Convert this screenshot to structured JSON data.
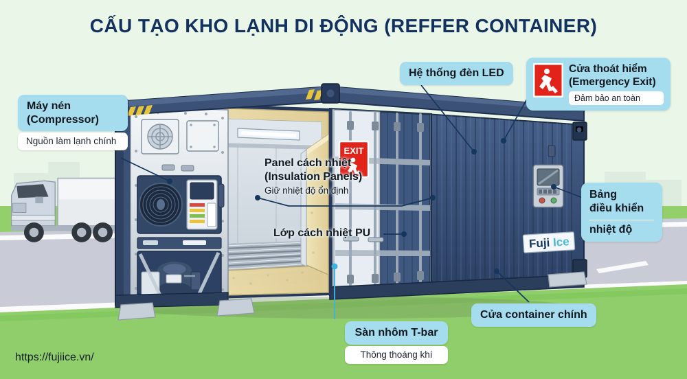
{
  "title": "CẤU TẠO KHO LẠNH DI ĐỘNG (REFFER CONTAINER)",
  "url": "https://fujiice.vn/",
  "colors": {
    "title": "#13315f",
    "callout_bg": "#a5dcee",
    "callout_sub_bg": "#ffffff",
    "container_body": "#3c5578",
    "container_dark": "#26374f",
    "insulation_pu": "#ecdfae",
    "interior_panel": "#cfd8de",
    "grass": "#8fce6a",
    "road": "#c9ccd6",
    "sky": "#eaf6e8",
    "exit_red": "#e2231a",
    "hazard_yellow": "#e8c33c",
    "logo_fuji": "#16355e",
    "logo_ice": "#49b7e0"
  },
  "callouts": {
    "compressor": {
      "title": "Máy nén\n(Compressor)",
      "title_line1": "Máy nén",
      "title_line2": "(Compressor)",
      "subtitle": "Nguồn làm lạnh chính"
    },
    "led": {
      "title": "Hệ thống đèn LED"
    },
    "emergency_exit": {
      "title_line1": "Cửa thoát hiểm",
      "title_line2": "(Emergency Exit)",
      "subtitle": "Đảm bảo an toàn",
      "icon": "emergency-exit-icon"
    },
    "insulation_panels": {
      "title_line1": "Panel cách nhiệt",
      "title_line2": "(Insulation Panels)",
      "subtitle": "Giữ nhiệt độ ổn định"
    },
    "pu_layer": {
      "title": "Lớp cách nhiệt PU"
    },
    "control_panel": {
      "line1": "Bảng",
      "line2": "điều khiển",
      "line3": "nhiệt độ"
    },
    "floor": {
      "title": "Sàn nhôm T-bar",
      "subtitle": "Thông thoáng khí"
    },
    "main_door": {
      "title": "Cửa container chính"
    }
  },
  "container_marks": {
    "exit_sign_text": "EXIT",
    "logo_fuji": "Fuji",
    "logo_ice": "Ice"
  }
}
